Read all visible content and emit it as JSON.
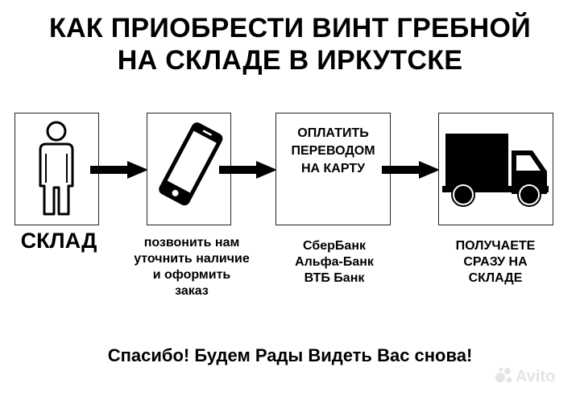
{
  "title": {
    "line1": "КАК ПРИОБРЕСТИ ВИНТ ГРЕБНОЙ",
    "line2": "НА СКЛАДЕ В ИРКУТСКЕ"
  },
  "steps": [
    {
      "icon": "person-icon",
      "caption": [
        "СКЛАД"
      ]
    },
    {
      "icon": "smartphone-icon",
      "caption": [
        "позвонить нам",
        "уточнить наличие",
        "и оформить",
        "заказ"
      ]
    },
    {
      "box_text": [
        "ОПЛАТИТЬ",
        "ПЕРЕВОДОМ",
        "НА КАРТУ"
      ],
      "caption": [
        "СберБанк",
        "Альфа-Банк",
        "ВТБ Банк"
      ]
    },
    {
      "icon": "truck-icon",
      "caption": [
        "ПОЛУЧАЕТЕ",
        "СРАЗУ НА",
        "СКЛАДЕ"
      ]
    }
  ],
  "footer": "Спасибо! Будем Рады Видеть Вас снова!",
  "watermark": "Avito",
  "colors": {
    "foreground": "#000000",
    "background": "#ffffff",
    "watermark": "#cfcfcf"
  }
}
